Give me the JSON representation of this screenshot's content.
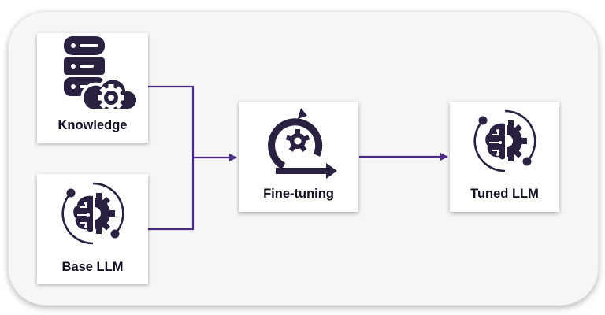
{
  "colors": {
    "ink": "#2a2040",
    "connector": "#4b2b83",
    "frame_bg": "#f6f6f7",
    "card_bg": "#ffffff",
    "label": "#111122"
  },
  "nodes": {
    "knowledge": {
      "label": "Knowledge",
      "icon": "database-cloud-gear-icon"
    },
    "base_llm": {
      "label": "Base LLM",
      "icon": "brain-gear-cycle-icon"
    },
    "fine_tuning": {
      "label": "Fine-tuning",
      "icon": "agile-cycle-gear-icon"
    },
    "tuned_llm": {
      "label": "Tuned LLM",
      "icon": "brain-gear-cycle-icon"
    }
  },
  "edges": [
    {
      "from": "knowledge",
      "to": "fine_tuning"
    },
    {
      "from": "base_llm",
      "to": "fine_tuning"
    },
    {
      "from": "fine_tuning",
      "to": "tuned_llm"
    }
  ]
}
